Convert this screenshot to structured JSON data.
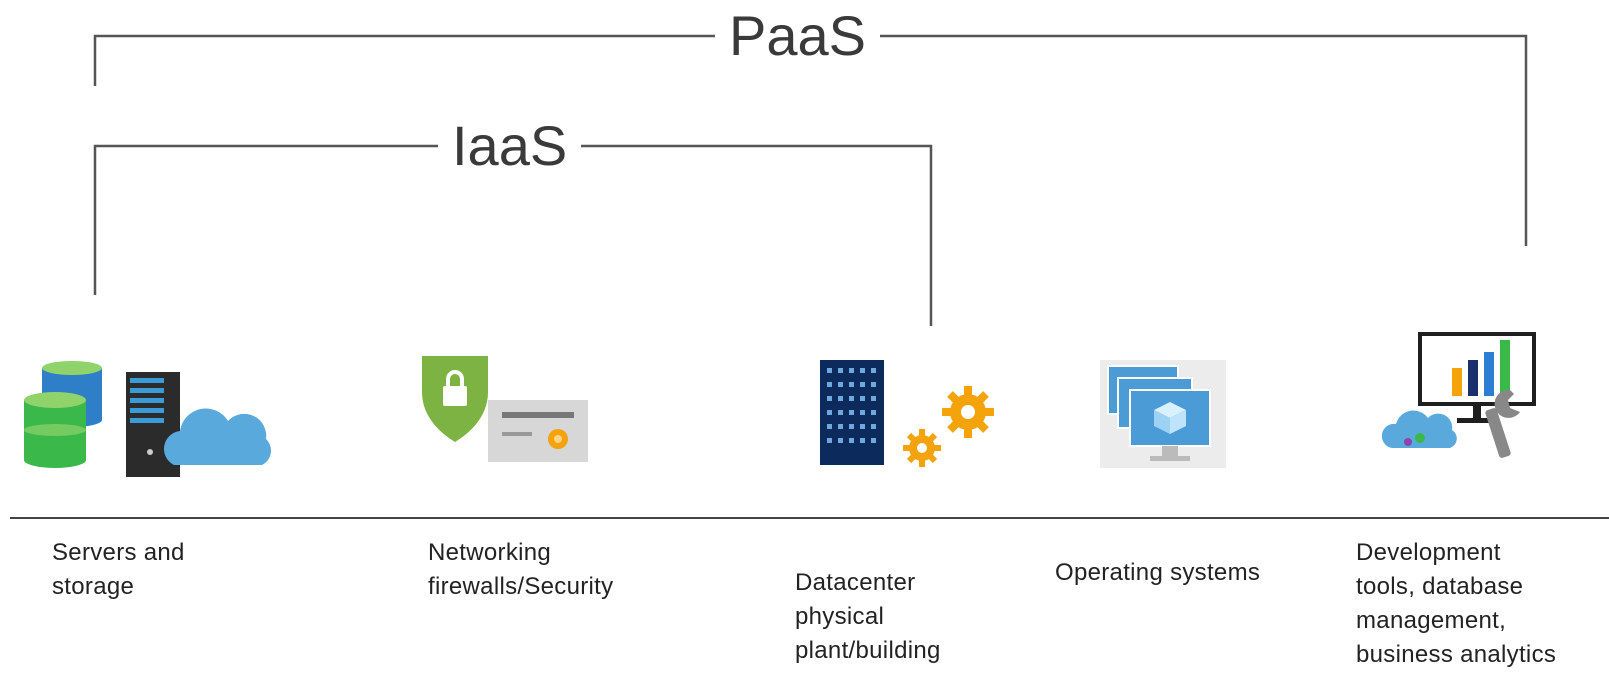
{
  "brackets": {
    "paas_label": "PaaS",
    "iaas_label": "IaaS"
  },
  "captions": {
    "servers": [
      "Servers and",
      "storage"
    ],
    "networking": [
      "Networking",
      "firewalls/Security"
    ],
    "datacenter": [
      "Datacenter",
      "physical",
      "plant/building"
    ],
    "os": [
      "Operating systems"
    ],
    "devtools": [
      "Development",
      "tools, database",
      "management,",
      "business analytics"
    ]
  },
  "colors": {
    "line": "#555555",
    "db_blue": "#2f7fc8",
    "db_green": "#3bb84a",
    "cloud": "#5aa9dd",
    "shield": "#7cb342",
    "gear": "#f4a30b",
    "building": "#0d2a5c"
  }
}
